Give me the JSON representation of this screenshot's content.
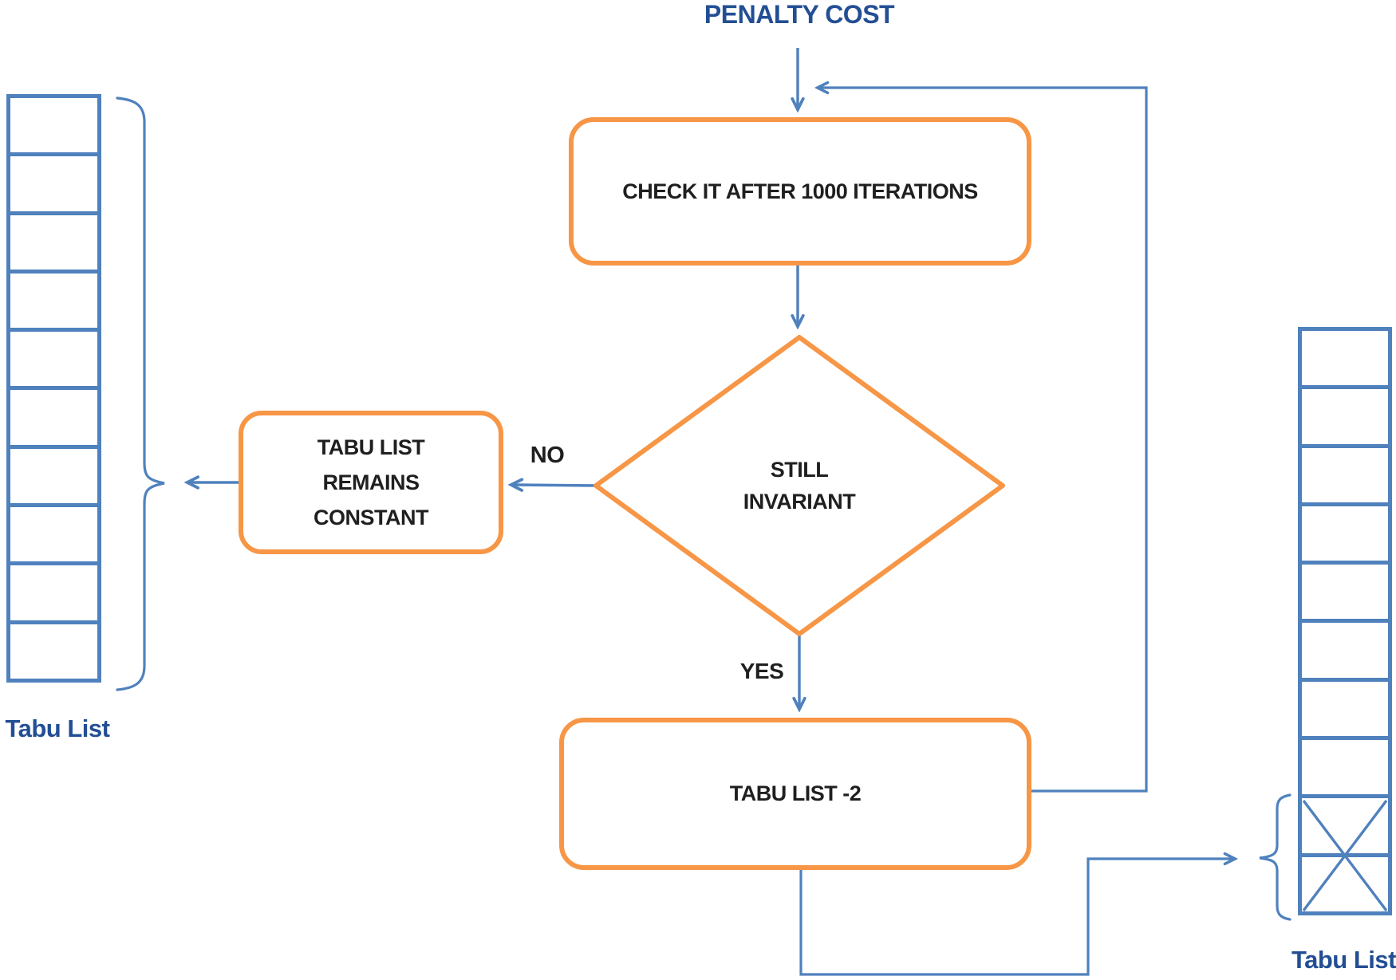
{
  "diagram": {
    "title": "PENALTY COST",
    "nodes": {
      "check_iterations": {
        "shape": "rounded-rectangle",
        "label": "CHECK IT AFTER 1000 ITERATIONS"
      },
      "still_invariant": {
        "shape": "diamond",
        "lines": [
          "STILL",
          "INVARIANT"
        ]
      },
      "tabu_list_remains_constant": {
        "shape": "rounded-rectangle",
        "lines": [
          "TABU LIST",
          "REMAINS",
          "CONSTANT"
        ]
      },
      "tabu_list_2": {
        "shape": "rounded-rectangle",
        "label": "TABU LIST -2"
      }
    },
    "edge_labels": {
      "no": "NO",
      "yes": "YES"
    },
    "left_tabu_list": {
      "label": "Tabu List",
      "cell_count": 10,
      "crossed_cell_count": 0
    },
    "right_tabu_list": {
      "label": "Tabu List",
      "cell_count": 10,
      "crossed_cell_count": 2
    },
    "colors": {
      "shape_border_orange": "#F79646",
      "connector_blue": "#4F81BD",
      "list_border_blue": "#4F81BD",
      "caption_dark_blue": "#234E94",
      "node_text": "#1F1F1F",
      "background": "#FFFFFF"
    }
  }
}
